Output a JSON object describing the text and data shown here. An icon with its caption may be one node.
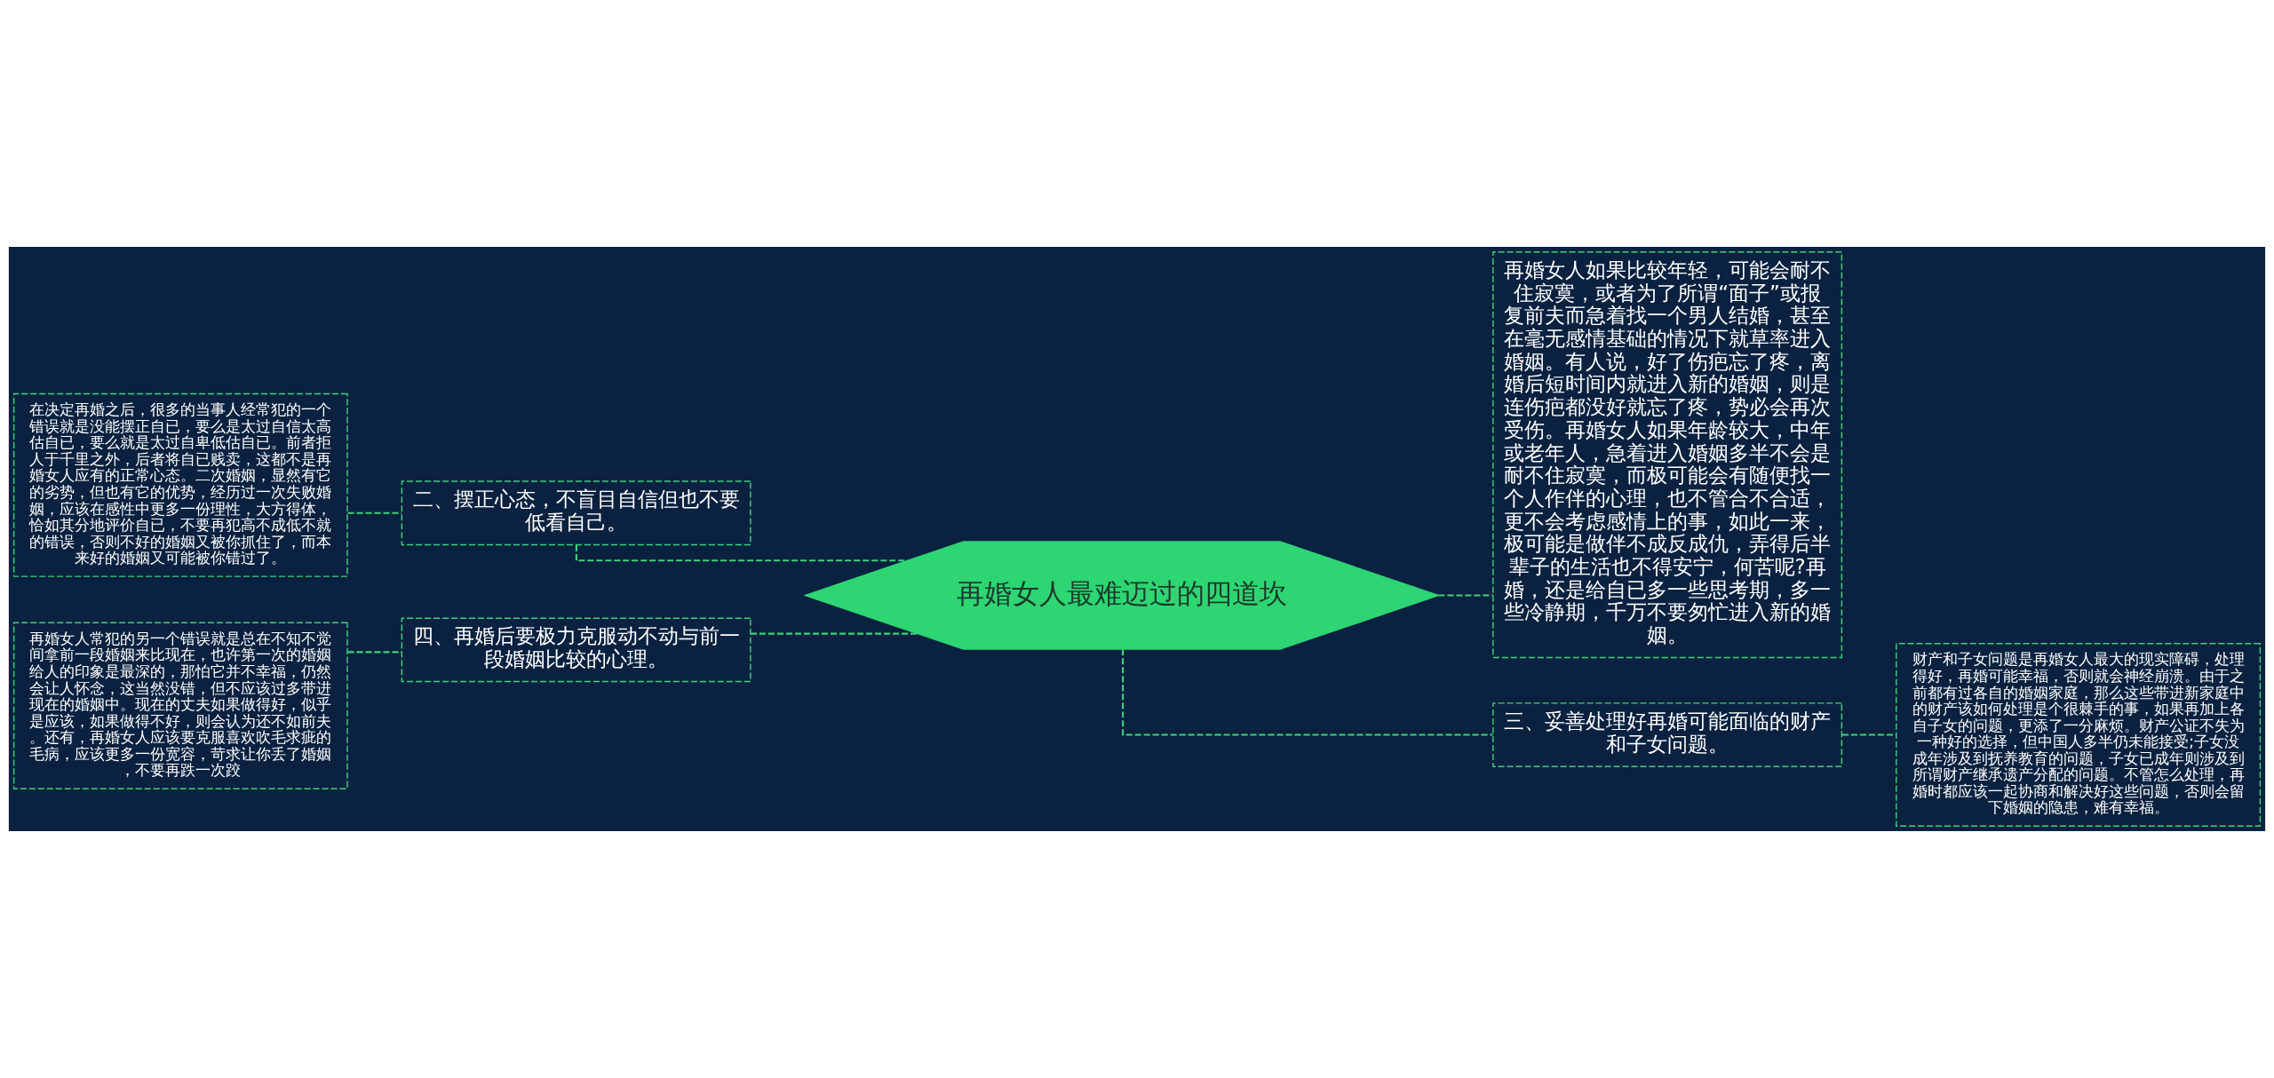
{
  "diagram": {
    "nodes": [
      {
        "text": [
          "再婚女人最难迈过的四道坎"
        ]
      },
      {
        "text": [
          "二、摆正心态，不盲目自信但也不要低看自己。"
        ]
      },
      {
        "text": [
          "在决定再婚之后，很多的当事人经常犯的一个错误就是没能摆正自已，要么是太过自信太高估自已，要么就是太过自卑低估自已。前者拒人于千里之外，后者将自已贱卖，这都不是再婚女人应有的正常心态。二次婚姻，显然有它的劣势，但也有它的优势，经历过一次失败婚姻，应该在感性中更多一份理性，大方得体，恰如其分地评价自已，不要再犯高不成低不就的错误，否则不好的婚姻又被你抓住了，而本来好的婚姻又可能被你错过了。"
        ]
      },
      {
        "text": [
          "四、再婚后要极力克服动不动与前一段婚姻比较的心理。"
        ]
      },
      {
        "text": [
          "再婚女人常犯的另一个错误就是总在不知不觉间拿前一段婚姻来比现在，也许第一次的婚姻给人的印象是最深的，那怕它并不幸福，仍然会让人怀念，这当然没错，但不应该过多带进现在的婚姻中。现在的丈夫如果做得好，似乎是应该，如果做得不好，则会认为还不如前夫。还有，再婚女人应该要克服喜欢吹毛求疵的毛病，应该更多一份宽容，苛求让你丢了婚姻，不要再跌一次跤"
        ]
      },
      {
        "text": [
          "再婚女人如果比较年轻，可能会耐不住寂寞，或者为了所谓“面子”或报复前夫而急着找一个男人结婚，甚至在毫无感情基础的情况下就草率进入婚姻。有人说，好了伤疤忘了疼，离婚后短时间内就进入新的婚姻，则是连伤疤都没好就忘了疼，势必会再次受伤。再婚女人如果年龄较大，中年或老年人，急着进入婚姻多半不会是耐不住寂寞，而极可能会有随便找一个人作伴的心理，也不管合不合适，更不会考虑感情上的事，如此一来，极可能是做伴不成反成仇，弄得后半辈子的生活也不得安宁，何苦呢?再婚，还是给自已多一些思考期，多一些冷静期，千万不要匆忙进入新的婚姻。"
        ]
      },
      {
        "text": [
          "三、妥善处理好再婚可能面临的财产和子女问题。"
        ]
      },
      {
        "text": [
          "财产和子女问题是再婚女人最大的现实障碍，处理得好，再婚可能幸福，否则就会神经崩溃。由于之前都有过各自的婚姻家庭，那么这些带进新家庭中的财产该如何处理是个很棘手的事，如果再加上各自子女的问题，更添了一分麻烦。财产公证不失为一种好的选择，但中国人多半仍未能接受;子女没成年涉及到抚养教育的问题，子女已成年则涉及到所谓财产继承遗产分配的问题。不管怎么处理，再婚时都应该一起协商和解决好这些问题，否则会留下婚姻的隐患，难有幸福。"
        ]
      }
    ],
    "edges": [
      {
        "from": 0,
        "to": 1,
        "arrow": "none"
      },
      {
        "from": 1,
        "to": 2,
        "arrow": "none"
      },
      {
        "from": 0,
        "to": 3,
        "arrow": "none"
      },
      {
        "from": 3,
        "to": 4,
        "arrow": "none"
      },
      {
        "from": 0,
        "to": 5,
        "arrow": "none"
      },
      {
        "from": 0,
        "to": 6,
        "arrow": "none"
      },
      {
        "from": 6,
        "to": 7,
        "arrow": "none"
      }
    ]
  }
}
